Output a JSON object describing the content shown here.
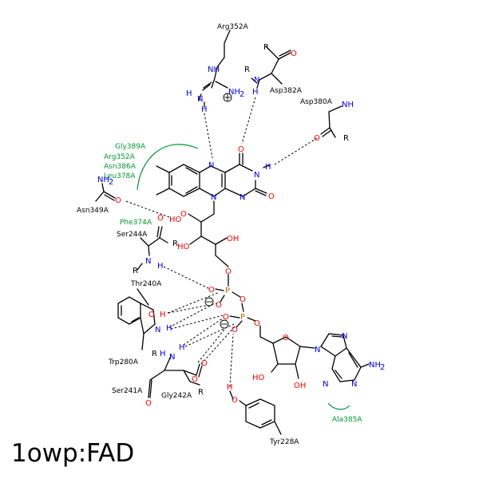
{
  "title": "1owp:FAD",
  "colors": {
    "carbon": "#000000",
    "nitrogen": "#0000ff",
    "oxygen": "#ff0000",
    "phosphorus": "#cc6600",
    "hydrophobic": "#009933"
  },
  "residues": {
    "arg352a_top": "Arg352A",
    "asp382a": "Asp382A",
    "asp380a": "Asp380A",
    "gly389a": "Gly389A",
    "arg352a_green": "Arg352A",
    "asn386a": "Asn386A",
    "leu378a": "Leu378A",
    "asn349a": "Asn349A",
    "phe374a": "Phe374A",
    "ser244a": "Ser244A",
    "thr240a": "Thr240A",
    "trp280a": "Trp280A",
    "ser241a": "Ser241A",
    "gly242a": "Gly242A",
    "tyr228a": "Tyr228A",
    "ala385a": "Ala385A"
  },
  "atoms": {
    "O": "O",
    "N": "N",
    "H": "H",
    "P": "P",
    "R": "R",
    "NH": "NH",
    "NH2": "NH",
    "sub2": "2",
    "HO": "HO",
    "OH": "OH"
  }
}
